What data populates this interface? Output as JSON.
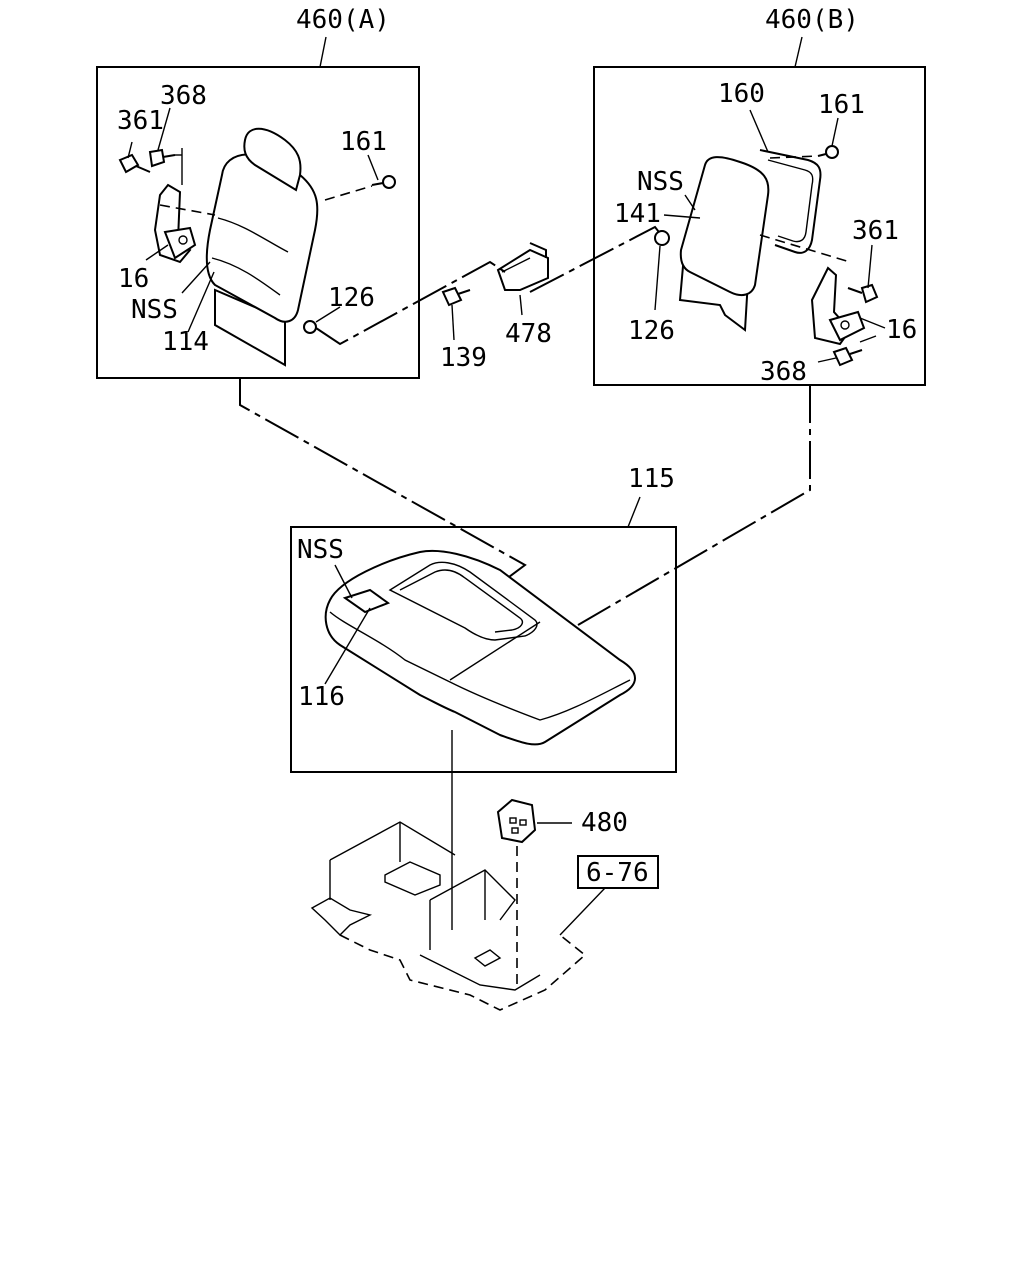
{
  "boxes": {
    "assy_a": "460(A)",
    "assy_b": "460(B)",
    "cushion": "115"
  },
  "callouts_a": {
    "p368": "368",
    "p361": "361",
    "p161": "161",
    "p16": "16",
    "nss": "NSS",
    "p114": "114",
    "p126": "126"
  },
  "callouts_mid": {
    "p139": "139",
    "p478": "478"
  },
  "callouts_b": {
    "p160": "160",
    "p161": "161",
    "nss": "NSS",
    "p141": "141",
    "p126": "126",
    "p361": "361",
    "p16": "16",
    "p368": "368"
  },
  "callouts_cushion": {
    "nss": "NSS",
    "p116": "116"
  },
  "callouts_floor": {
    "p480": "480",
    "ref": "6-76"
  }
}
